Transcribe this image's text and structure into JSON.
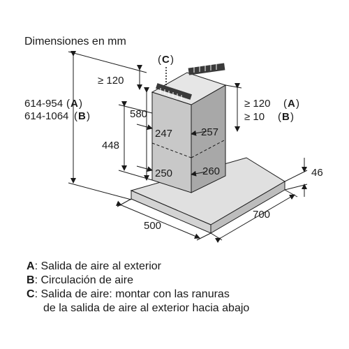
{
  "title": "Dimensiones en mm",
  "height_label": {
    "line1_value": "614-954",
    "line1_key": "A",
    "line2_value": "614-1064",
    "line2_key": "B"
  },
  "dims": {
    "top_min": "≥ 120",
    "chimney_580": "580",
    "chimney_448": "448",
    "top_width_247": "247",
    "top_depth_257": "257",
    "bottom_width_250": "250",
    "bottom_depth_260": "260",
    "right_a_value": "≥ 120",
    "right_a_key": "A",
    "right_b_value": "≥ 10",
    "right_b_key": "B",
    "canopy_thickness": "46",
    "canopy_width": "500",
    "canopy_depth": "700",
    "vent_label": "C"
  },
  "legend": [
    {
      "key": "A",
      "text": "Salida de aire al exterior"
    },
    {
      "key": "B",
      "text": "Circulación de aire"
    },
    {
      "key": "C",
      "text": "Salida de aire: montar con las ranuras"
    },
    {
      "key": "",
      "text": "de la salida de aire al exterior hacia abajo"
    }
  ]
}
